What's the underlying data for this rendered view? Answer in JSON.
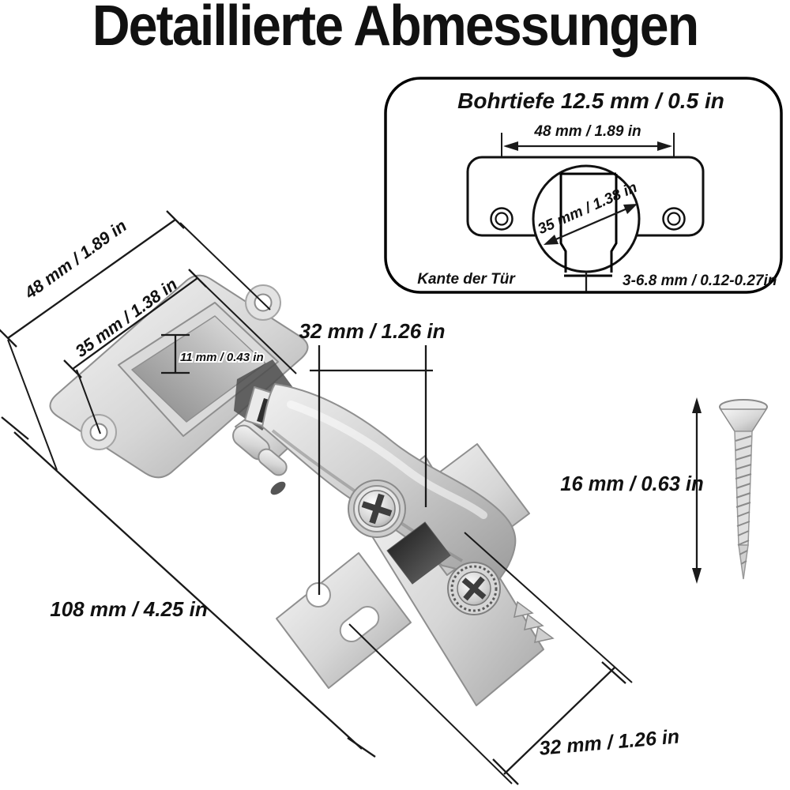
{
  "title": "Detaillierte Abmessungen",
  "inset": {
    "title": "Bohrtiefe 12.5 mm / 0.5 in",
    "hole_spacing": "48 mm / 1.89 in",
    "cup_diameter": "35 mm / 1.38 in",
    "door_edge": "Kante der Tür",
    "edge_distance": "3-6.8 mm / 0.12-0.27in"
  },
  "dimensions": {
    "plate_hole_spacing": "48 mm / 1.89 in",
    "cup_diameter": "35 mm / 1.38 in",
    "cup_depth": "11 mm / 0.43 in",
    "mount_hole_spacing_top": "32 mm / 1.26 in",
    "overall_length": "108 mm / 4.25 in",
    "mount_hole_spacing_bottom": "32 mm / 1.26 in",
    "screw_length": "16 mm / 0.63 in"
  },
  "colors": {
    "line": "#1a1a1a",
    "background": "#ffffff",
    "metal_light": "#f5f5f5",
    "metal_dark": "#9e9e9e"
  }
}
